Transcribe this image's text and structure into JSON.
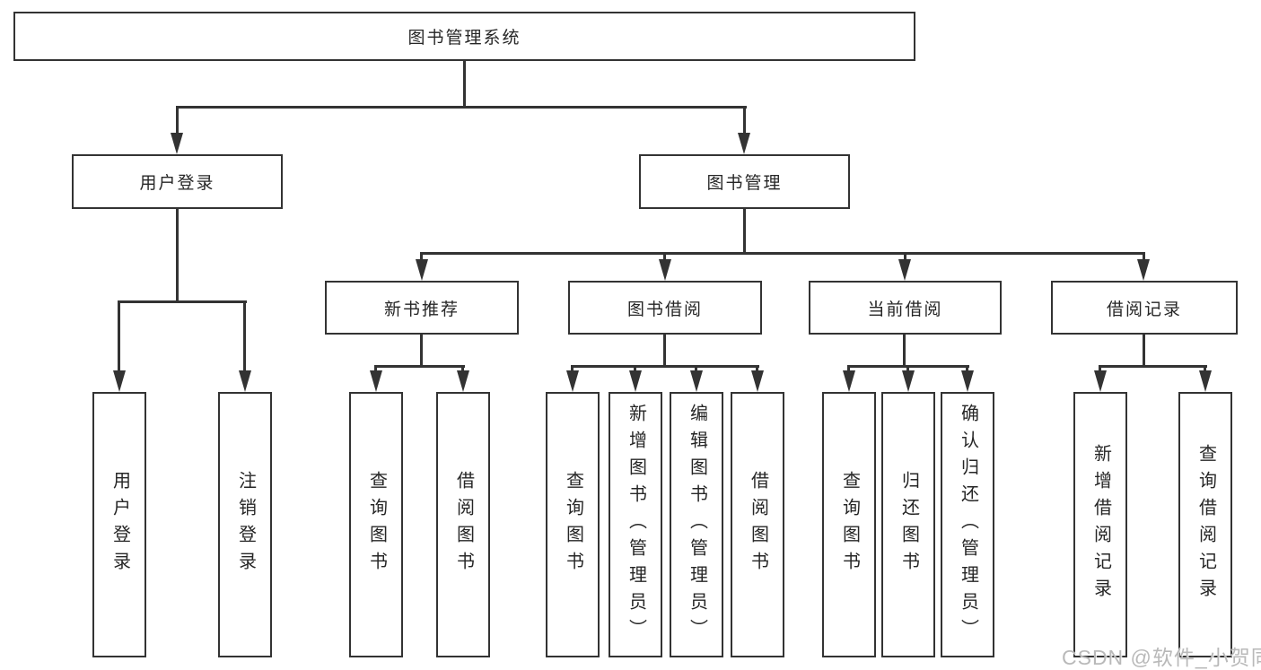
{
  "diagram": {
    "root": {
      "label": "图书管理系统"
    },
    "branches": [
      {
        "label": "用户登录",
        "children": [
          {
            "label": "用户登录"
          },
          {
            "label": "注销登录"
          }
        ]
      },
      {
        "label": "图书管理",
        "groups": [
          {
            "label": "新书推荐",
            "children": [
              {
                "label": "查询图书"
              },
              {
                "label": "借阅图书"
              }
            ]
          },
          {
            "label": "图书借阅",
            "children": [
              {
                "label": "查询图书"
              },
              {
                "label": "新增图书（管理员）"
              },
              {
                "label": "编辑图书（管理员）"
              },
              {
                "label": "借阅图书"
              }
            ]
          },
          {
            "label": "当前借阅",
            "children": [
              {
                "label": "查询图书"
              },
              {
                "label": "归还图书"
              },
              {
                "label": "确认归还（管理员）"
              }
            ]
          },
          {
            "label": "借阅记录",
            "children": [
              {
                "label": "新增借阅记录"
              },
              {
                "label": "查询借阅记录"
              }
            ]
          }
        ]
      }
    ]
  },
  "watermark": {
    "text": "CSDN @软件_小贺同学"
  },
  "colors": {
    "line": "#333333",
    "box_border": "#333333",
    "text": "#262626",
    "background": "#ffffff",
    "watermark": "#b9b9b9"
  }
}
